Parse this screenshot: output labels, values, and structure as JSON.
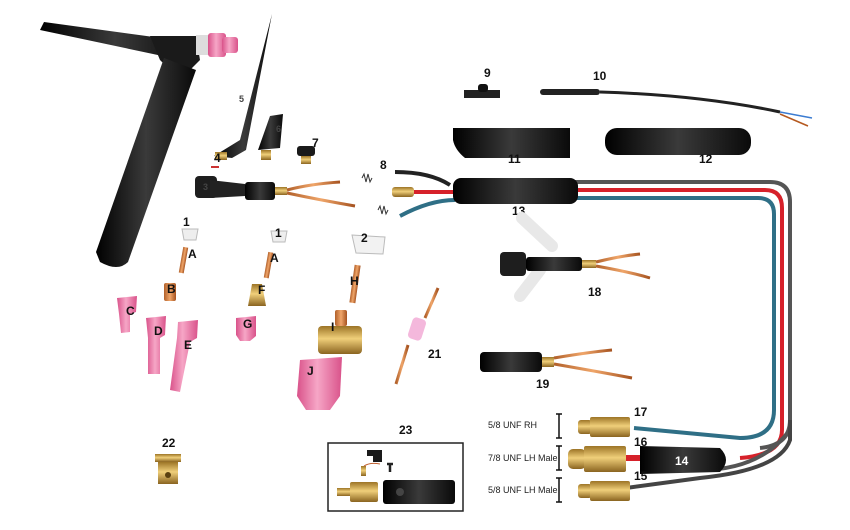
{
  "part_labels": {
    "p1a": "1",
    "p1b": "1",
    "p2": "2",
    "p3": "3",
    "p4": "4",
    "p5": "5",
    "p6": "6",
    "p7": "7",
    "p8": "8",
    "p9": "9",
    "p10": "10",
    "p11": "11",
    "p12": "12",
    "p13": "13",
    "p14": "14",
    "p15": "15",
    "p16": "16",
    "p17": "17",
    "p18": "18",
    "p19": "19",
    "p21": "21",
    "p22": "22",
    "p23": "23",
    "A1": "A",
    "A2": "A",
    "B": "B",
    "C": "C",
    "D": "D",
    "E": "E",
    "F": "F",
    "G": "G",
    "H": "H",
    "I": "I",
    "J": "J"
  },
  "fitting_specs": {
    "gas": "5/8 UNF RH",
    "power": "7/8 UNF LH Male",
    "return": "5/8 UNF LH Male"
  },
  "colors": {
    "torch_black": "#1c1c1c",
    "ceramic_pink": "#f07aa8",
    "copper": "#d98a4a",
    "brass": "#c9a24a",
    "hose_red": "#d6212a",
    "hose_blue": "#2f6f86",
    "hose_gray": "#555555"
  }
}
